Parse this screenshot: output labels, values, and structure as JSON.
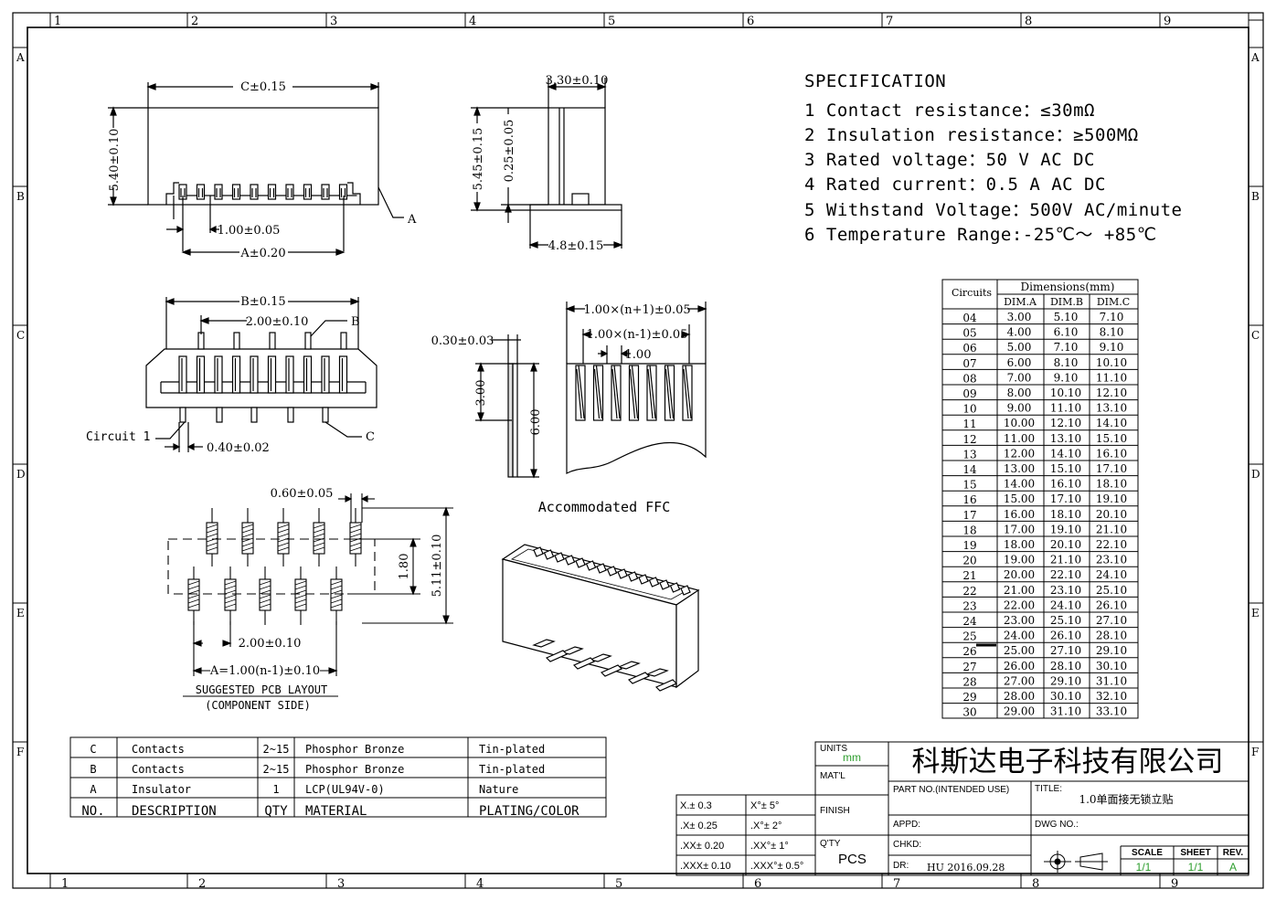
{
  "frame": {
    "col_labels": [
      "1",
      "2",
      "3",
      "4",
      "5",
      "6",
      "7",
      "8",
      "9"
    ],
    "row_labels": [
      "A",
      "B",
      "C",
      "D",
      "E",
      "F"
    ]
  },
  "specification": {
    "title": "SPECIFICATION",
    "lines": [
      "1 Contact resistance：≤30mΩ",
      "2 Insulation resistance：≥500MΩ",
      "3 Rated voltage：50 V AC DC",
      "4 Rated current：0.5 A AC DC",
      "5 Withstand Voltage：500V AC/minute",
      "6 Temperature Range:-25℃～ +85℃"
    ]
  },
  "dimensions_table": {
    "header_circuits": "Circuits",
    "header_dimensions": "Dimensions(mm)",
    "col_a": "DIM.A",
    "col_b": "DIM.B",
    "col_c": "DIM.C",
    "rows": [
      [
        "04",
        "3.00",
        "5.10",
        "7.10"
      ],
      [
        "05",
        "4.00",
        "6.10",
        "8.10"
      ],
      [
        "06",
        "5.00",
        "7.10",
        "9.10"
      ],
      [
        "07",
        "6.00",
        "8.10",
        "10.10"
      ],
      [
        "08",
        "7.00",
        "9.10",
        "11.10"
      ],
      [
        "09",
        "8.00",
        "10.10",
        "12.10"
      ],
      [
        "10",
        "9.00",
        "11.10",
        "13.10"
      ],
      [
        "11",
        "10.00",
        "12.10",
        "14.10"
      ],
      [
        "12",
        "11.00",
        "13.10",
        "15.10"
      ],
      [
        "13",
        "12.00",
        "14.10",
        "16.10"
      ],
      [
        "14",
        "13.00",
        "15.10",
        "17.10"
      ],
      [
        "15",
        "14.00",
        "16.10",
        "18.10"
      ],
      [
        "16",
        "15.00",
        "17.10",
        "19.10"
      ],
      [
        "17",
        "16.00",
        "18.10",
        "20.10"
      ],
      [
        "18",
        "17.00",
        "19.10",
        "21.10"
      ],
      [
        "19",
        "18.00",
        "20.10",
        "22.10"
      ],
      [
        "20",
        "19.00",
        "21.10",
        "23.10"
      ],
      [
        "21",
        "20.00",
        "22.10",
        "24.10"
      ],
      [
        "22",
        "21.00",
        "23.10",
        "25.10"
      ],
      [
        "23",
        "22.00",
        "24.10",
        "26.10"
      ],
      [
        "24",
        "23.00",
        "25.10",
        "27.10"
      ],
      [
        "25",
        "24.00",
        "26.10",
        "28.10"
      ],
      [
        "26",
        "25.00",
        "27.10",
        "29.10"
      ],
      [
        "27",
        "26.00",
        "28.10",
        "30.10"
      ],
      [
        "28",
        "27.00",
        "29.10",
        "31.10"
      ],
      [
        "29",
        "28.00",
        "30.10",
        "32.10"
      ],
      [
        "30",
        "29.00",
        "31.10",
        "33.10"
      ]
    ]
  },
  "drawing_labels": {
    "front_c": "C±0.15",
    "front_height": "5.40±0.10",
    "front_pitch": "1.00±0.05",
    "front_a": "A±0.20",
    "callout_a": "A",
    "side_width": "3.30±0.10",
    "side_height": "5.45±0.15",
    "side_inner": "0.25±0.05",
    "side_depth": "4.8±0.15",
    "bottom_b": "B±0.15",
    "bottom_pitch": "2.00±0.10",
    "callout_b": "B",
    "callout_c": "C",
    "circuit_1": "Circuit 1",
    "bottom_pin": "0.40±0.02",
    "ffc_thick": "0.30±0.03",
    "ffc_3": "3.00",
    "ffc_6": "6.00",
    "ffc_w1": "1.00×(n+1)±0.05",
    "ffc_w2": "1.00×(n-1)±0.05",
    "ffc_w3": "1.00",
    "ffc_caption": "Accommodated FFC",
    "pcb_pad": "0.60±0.05",
    "pcb_180": "1.80",
    "pcb_511": "5.11±0.10",
    "pcb_pitch": "2.00±0.10",
    "pcb_a": "A=1.00(n-1)±0.10",
    "pcb_caption": "SUGGESTED PCB LAYOUT",
    "pcb_caption2": "(COMPONENT SIDE)"
  },
  "bom": {
    "rows": [
      [
        "C",
        "Contacts",
        "2~15",
        "Phosphor Bronze",
        "Tin-plated"
      ],
      [
        "B",
        "Contacts",
        "2~15",
        "Phosphor Bronze",
        "Tin-plated"
      ],
      [
        "A",
        "Insulator",
        "1",
        "LCP(UL94V-0)",
        "Nature"
      ],
      [
        "NO.",
        "DESCRIPTION",
        "QTY",
        "MATERIAL",
        "PLATING/COLOR"
      ]
    ]
  },
  "tolerance": {
    "rows": [
      [
        "X.± 0.3",
        "X°± 5°"
      ],
      [
        ".X± 0.25",
        ".X°± 2°"
      ],
      [
        ".XX± 0.20",
        ".XX°± 1°"
      ],
      [
        ".XXX± 0.10",
        ".XXX°± 0.5°"
      ]
    ]
  },
  "title_block": {
    "units_label": "UNITS",
    "units_value": "mm",
    "matl_label": "MAT'L",
    "finish_label": "FINISH",
    "qty_label": "Q'TY",
    "qty_value": "PCS",
    "company": "科斯达电子科技有限公司",
    "part_no_label": "PART NO.(INTENDED USE)",
    "title_label": "TITLE:",
    "title_value": "1.0单面接无锁立贴",
    "appd_label": "APPD:",
    "dwg_label": "DWG NO.:",
    "chkd_label": "CHKD:",
    "dr_label": "DR:",
    "dr_value": "HU 2016.09.28",
    "scale_label": "SCALE",
    "scale_value": "1/1",
    "sheet_label": "SHEET",
    "sheet_value": "1/1",
    "rev_label": "REV.",
    "rev_value": "A"
  },
  "colors": {
    "green": "#2e9e2e",
    "line": "#000000"
  }
}
